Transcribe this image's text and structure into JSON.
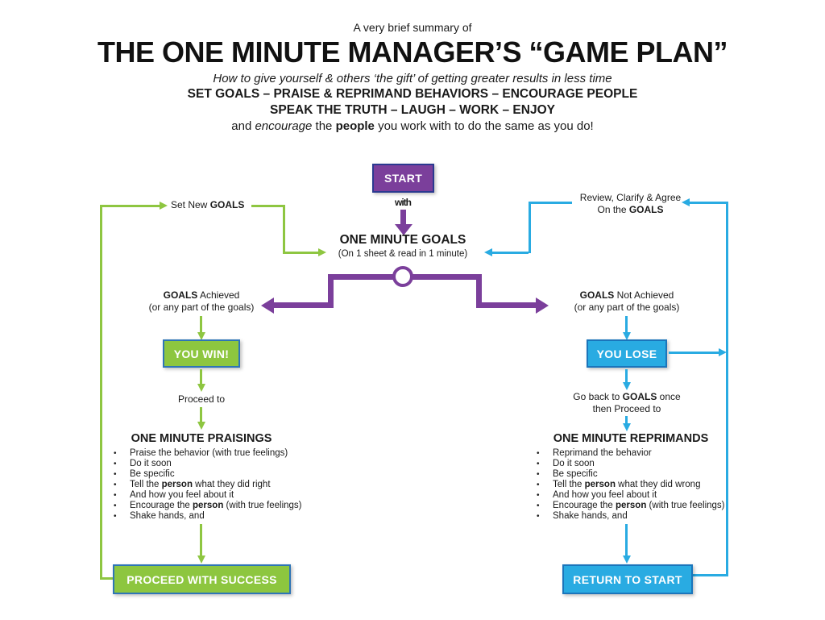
{
  "colors": {
    "purple": "#7b3f9b",
    "blue": "#29abe2",
    "green": "#8ec641",
    "green_box": "#8dc63f",
    "blue_box": "#29abe2",
    "border_start": "#2b3990",
    "border_green": "#2e75b6",
    "border_blue": "#1b75bb"
  },
  "header": {
    "kicker": "A very brief summary of",
    "title": "THE ONE MINUTE MANAGER’S “GAME PLAN”",
    "subtitle": "How to give yourself & others ‘the gift’ of getting greater results in less time",
    "line1": "SET GOALS – PRAISE & REPRIMAND BEHAVIORS – ENCOURAGE PEOPLE",
    "line2": "SPEAK THE TRUTH – LAUGH – WORK – ENJOY",
    "line3": "and *encourage* the **people** you work with to do the same as you do!"
  },
  "flow": {
    "start": "START",
    "with_label": "with",
    "goals_title": "ONE MINUTE GOALS",
    "goals_sub": "(On 1 sheet & read in 1 minute)",
    "set_new_goals": "Set New **GOALS**",
    "review": "Review, Clarify & Agree\nOn the **GOALS**",
    "achieved": "**GOALS** Achieved\n(or any part of the goals)",
    "not_achieved": "**GOALS** Not Achieved\n(or any part of the goals)",
    "you_win": "YOU WIN!",
    "you_lose": "YOU LOSE",
    "proceed_to": "Proceed to",
    "go_back": "Go back to **GOALS** once\nthen Proceed to",
    "praisings": {
      "title": "ONE MINUTE PRAISINGS",
      "items": [
        "Praise the behavior (with true feelings)",
        "Do it soon",
        "Be specific",
        "Tell the **person** what they did right",
        "And how you feel about it",
        "Encourage the **person** (with true feelings)",
        "Shake hands, and"
      ]
    },
    "reprimands": {
      "title": "ONE MINUTE REPRIMANDS",
      "items": [
        "Reprimand the behavior",
        "Do it soon",
        "Be specific",
        "Tell the **person** what they did wrong",
        "And how you feel about it",
        "Encourage the **person** (with true feelings)",
        "Shake hands, and"
      ]
    },
    "proceed_success": "PROCEED WITH SUCCESS",
    "return_start": "RETURN TO START"
  }
}
